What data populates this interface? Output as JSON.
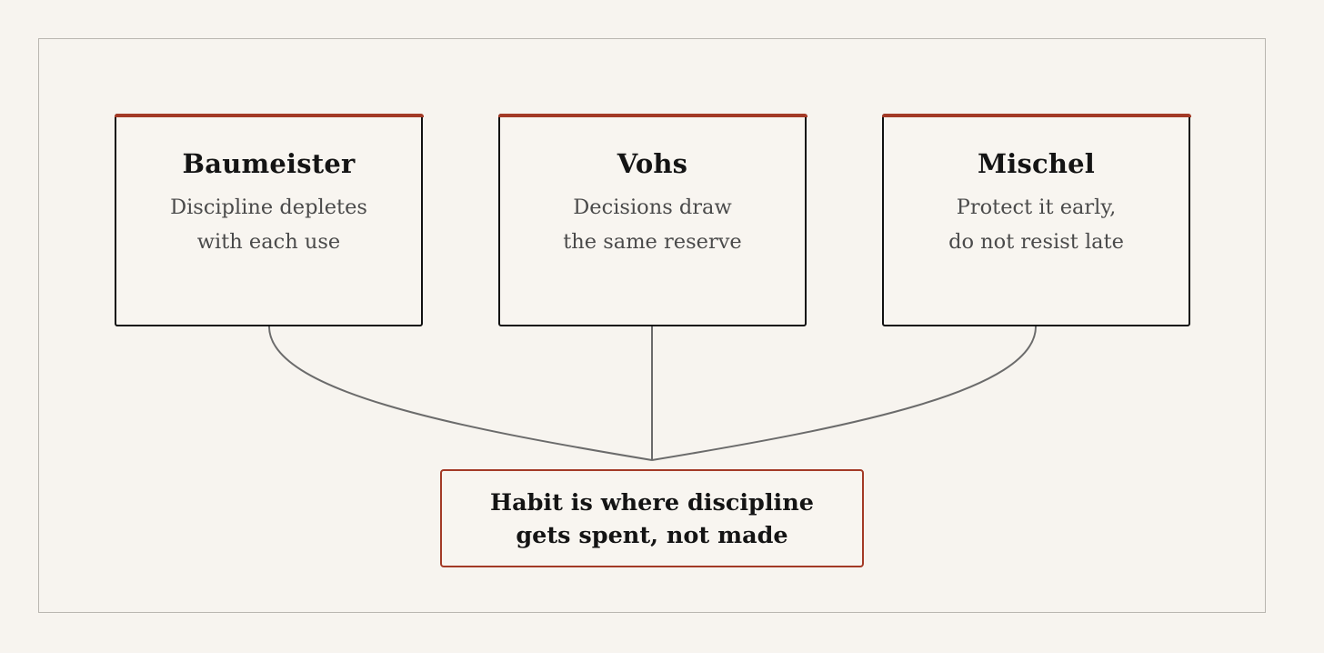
{
  "diagram": {
    "sources": [
      {
        "name": "Baumeister",
        "lines": [
          "Discipline depletes",
          "with each use"
        ]
      },
      {
        "name": "Vohs",
        "lines": [
          "Decisions draw",
          "the same reserve"
        ]
      },
      {
        "name": "Mischel",
        "lines": [
          "Protect it early,",
          "do not resist late"
        ]
      }
    ],
    "conclusion": {
      "lines": [
        "Habit is where discipline",
        "gets spent, not made"
      ]
    },
    "colors": {
      "accent": "#a33a26",
      "card_border": "#111111",
      "connector": "#6b6b6b",
      "background": "#f7f4ef",
      "frame": "#b9b6b0"
    }
  }
}
